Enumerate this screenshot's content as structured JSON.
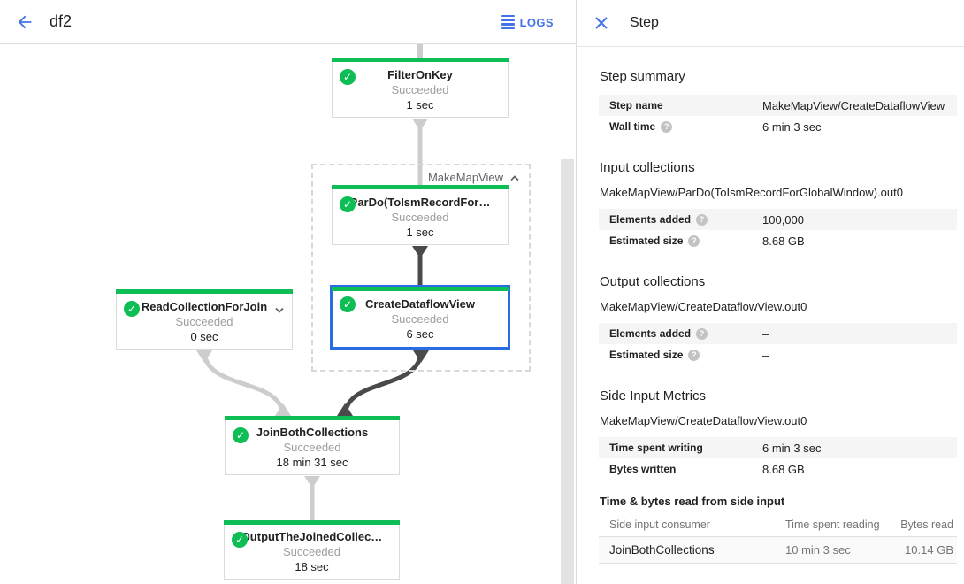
{
  "header": {
    "title": "df2",
    "logs_label": "LOGS"
  },
  "colors": {
    "accent_blue": "#4273e8",
    "success_green": "#0dbe55",
    "selected_border": "#2a6ce3",
    "edge_light": "#cdcdcd",
    "edge_dark": "#4a4a4a"
  },
  "graph": {
    "group_label": "MakeMapView",
    "nodes": [
      {
        "title": "FilterOnKey",
        "status": "Succeeded",
        "time": "1 sec"
      },
      {
        "title": "ParDo(ToIsmRecordFor…",
        "status": "Succeeded",
        "time": "1 sec"
      },
      {
        "title": "CreateDataflowView",
        "status": "Succeeded",
        "time": "6 sec"
      },
      {
        "title": "ReadCollectionForJoin",
        "status": "Succeeded",
        "time": "0 sec"
      },
      {
        "title": "JoinBothCollections",
        "status": "Succeeded",
        "time": "18 min 31 sec"
      },
      {
        "title": "OutputTheJoinedCollec…",
        "status": "Succeeded",
        "time": "18 sec"
      }
    ]
  },
  "panel": {
    "title": "Step",
    "step_summary": {
      "heading": "Step summary",
      "rows": [
        {
          "label": "Step name",
          "value": "MakeMapView/CreateDataflowView"
        },
        {
          "label": "Wall time",
          "value": "6 min 3 sec"
        }
      ]
    },
    "input_collections": {
      "heading": "Input collections",
      "collection": "MakeMapView/ParDo(ToIsmRecordForGlobalWindow).out0",
      "rows": [
        {
          "label": "Elements added",
          "value": "100,000"
        },
        {
          "label": "Estimated size",
          "value": "8.68 GB"
        }
      ]
    },
    "output_collections": {
      "heading": "Output collections",
      "collection": "MakeMapView/CreateDataflowView.out0",
      "rows": [
        {
          "label": "Elements added",
          "value": "–"
        },
        {
          "label": "Estimated size",
          "value": "–"
        }
      ]
    },
    "side_input_metrics": {
      "heading": "Side Input Metrics",
      "collection": "MakeMapView/CreateDataflowView.out0",
      "rows": [
        {
          "label": "Time spent writing",
          "value": "6 min 3 sec"
        },
        {
          "label": "Bytes written",
          "value": "8.68 GB"
        }
      ]
    },
    "side_input_table": {
      "caption": "Time & bytes read from side input",
      "columns": [
        "Side input consumer",
        "Time spent reading",
        "Bytes read"
      ],
      "rows": [
        [
          "JoinBothCollections",
          "10 min 3 sec",
          "10.14 GB"
        ]
      ]
    }
  }
}
